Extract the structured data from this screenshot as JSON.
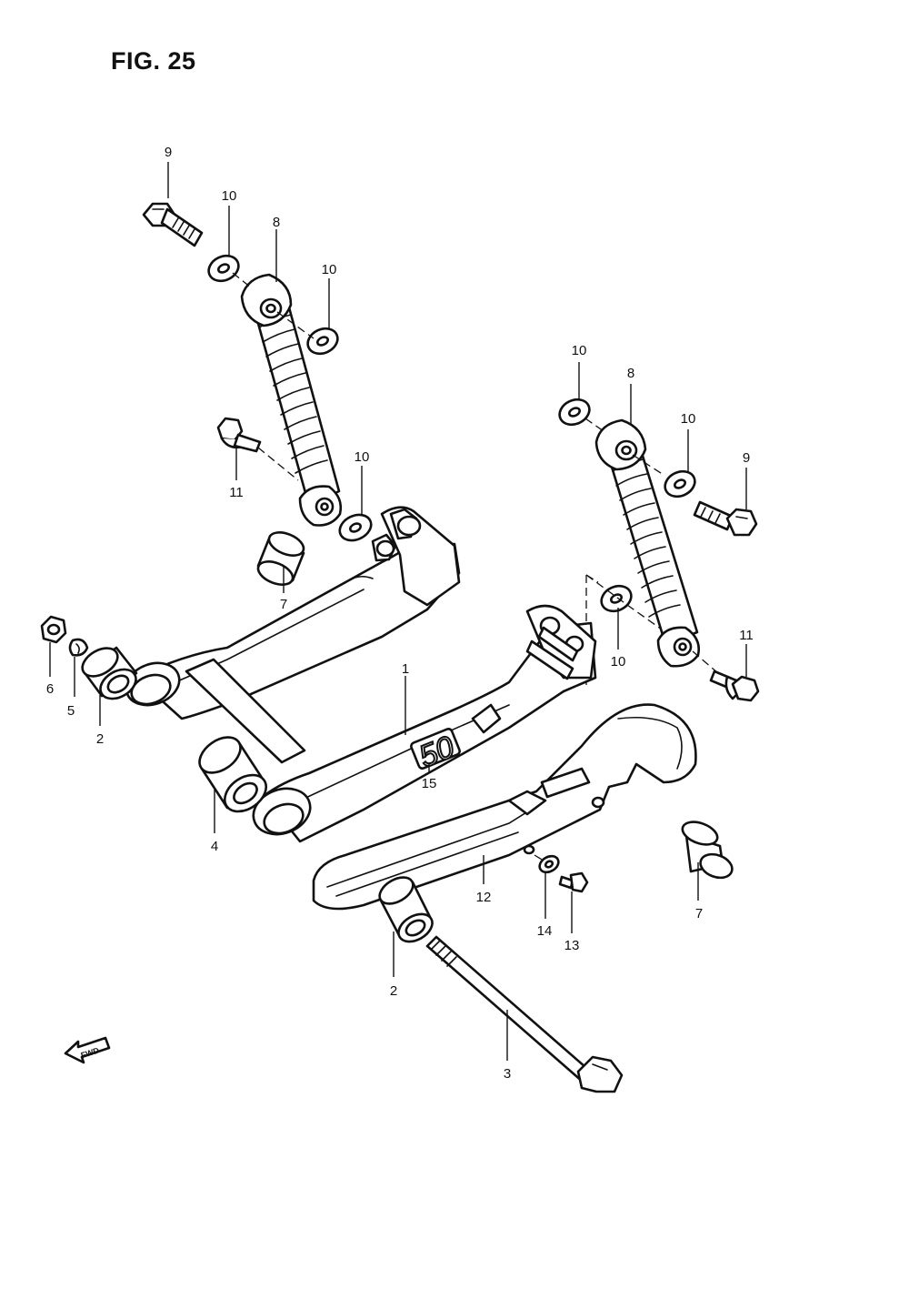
{
  "figure": {
    "title": "FIG. 25",
    "fwd_label": "FWD",
    "emblem_text": "50"
  },
  "callouts": [
    {
      "id": "1",
      "label": "1"
    },
    {
      "id": "2a",
      "label": "2"
    },
    {
      "id": "2b",
      "label": "2"
    },
    {
      "id": "3",
      "label": "3"
    },
    {
      "id": "4",
      "label": "4"
    },
    {
      "id": "5",
      "label": "5"
    },
    {
      "id": "6",
      "label": "6"
    },
    {
      "id": "7a",
      "label": "7"
    },
    {
      "id": "7b",
      "label": "7"
    },
    {
      "id": "8a",
      "label": "8"
    },
    {
      "id": "8b",
      "label": "8"
    },
    {
      "id": "9a",
      "label": "9"
    },
    {
      "id": "9b",
      "label": "9"
    },
    {
      "id": "10a",
      "label": "10"
    },
    {
      "id": "10b",
      "label": "10"
    },
    {
      "id": "10c",
      "label": "10"
    },
    {
      "id": "10d",
      "label": "10"
    },
    {
      "id": "10e",
      "label": "10"
    },
    {
      "id": "10f",
      "label": "10"
    },
    {
      "id": "11a",
      "label": "11"
    },
    {
      "id": "11b",
      "label": "11"
    },
    {
      "id": "12",
      "label": "12"
    },
    {
      "id": "13",
      "label": "13"
    },
    {
      "id": "14",
      "label": "14"
    },
    {
      "id": "15",
      "label": "15"
    }
  ]
}
